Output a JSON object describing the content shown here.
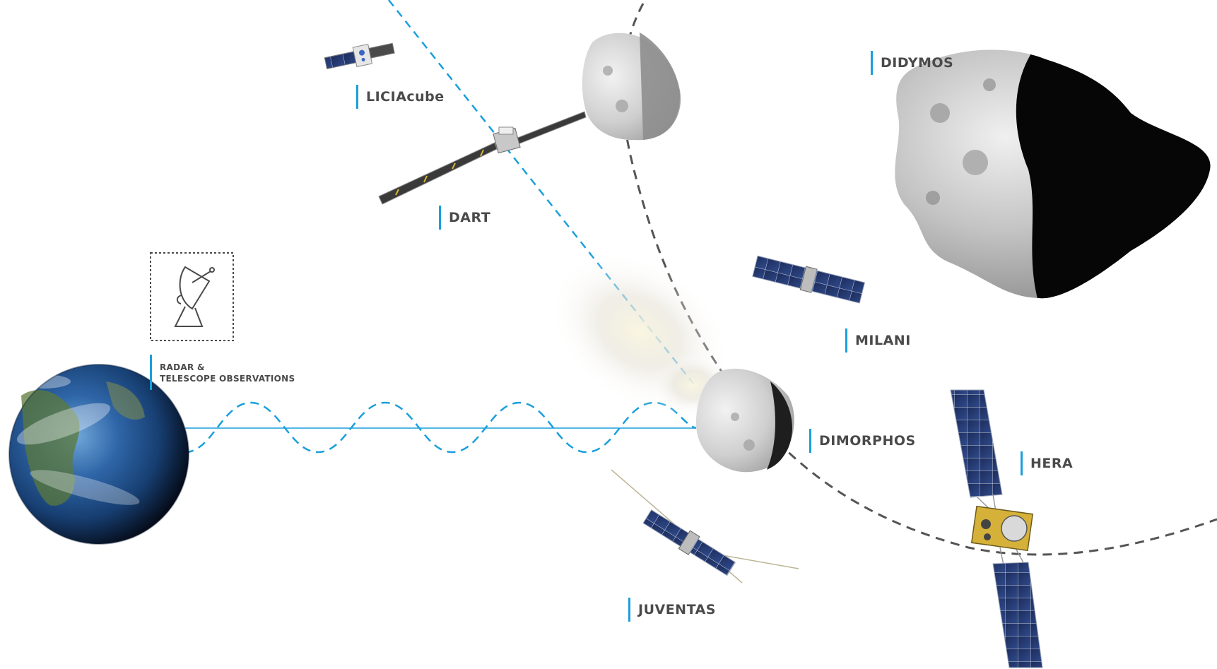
{
  "labels": {
    "liciacube": "LICIAcube",
    "dart": "DART",
    "didymos": "DIDYMOS",
    "milani": "MILANI",
    "dimorphos": "DIMORPHOS",
    "hera": "HERA",
    "juventas": "JUVENTAS",
    "radar_line1": "RADAR &",
    "radar_line2": "TELESCOPE OBSERVATIONS"
  },
  "colors": {
    "accent": "#1a9fdb",
    "label_text": "#4a4a4a",
    "orbit": "#555555"
  },
  "icons": [
    "radar-dish-icon",
    "earth",
    "asteroid",
    "spacecraft"
  ]
}
